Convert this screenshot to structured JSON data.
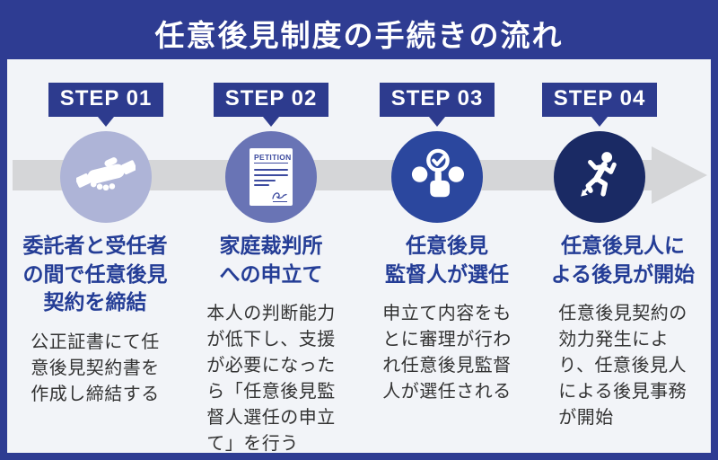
{
  "header": {
    "title": "任意後見制度の手続きの流れ"
  },
  "flow_arrow": {
    "icon": "right-arrow",
    "color": "#D5D6D8"
  },
  "steps": [
    {
      "badge": "STEP 01",
      "icon": "handshake-icon",
      "circle_color": "#AEB4D7",
      "title": "委託者と受任者\nの間で任意後見\n契約を締結",
      "description": "公正証書にて任\n意後見契約書を\n作成し締結する"
    },
    {
      "badge": "STEP 02",
      "icon": "petition-document-icon",
      "document_label": "PETITION",
      "circle_color": "#6974B5",
      "title": "家庭裁判所\nへの申立て",
      "description": "本人の判断能力\nが低下し、支援\nが必要になった\nら「任意後見監\n督人選任の申立\nて」を行う"
    },
    {
      "badge": "STEP 03",
      "icon": "supervisor-selection-icon",
      "circle_color": "#2B479E",
      "title": "任意後見\n監督人が選任",
      "description": "申立て内容をも\nとに審理が行わ\nれ任意後見監督\n人が選任される"
    },
    {
      "badge": "STEP 04",
      "icon": "runner-icon",
      "circle_color": "#1A2A64",
      "title": "任意後見人に\nよる後見が開始",
      "description": "任意後見契約の\n効力発生によ\nり、任意後見人\nによる後見事務\nが開始"
    }
  ],
  "colors": {
    "frame": "#2E3C92",
    "header_text": "#FFFFFF",
    "content_bg": "#F2F4F8",
    "arrow": "#D5D6D8",
    "badge_bg": "#2D3B8E",
    "badge_text": "#FFFFFF",
    "step_title": "#243D96",
    "description_text": "#333333",
    "document_ink": "#3D4B9F"
  }
}
